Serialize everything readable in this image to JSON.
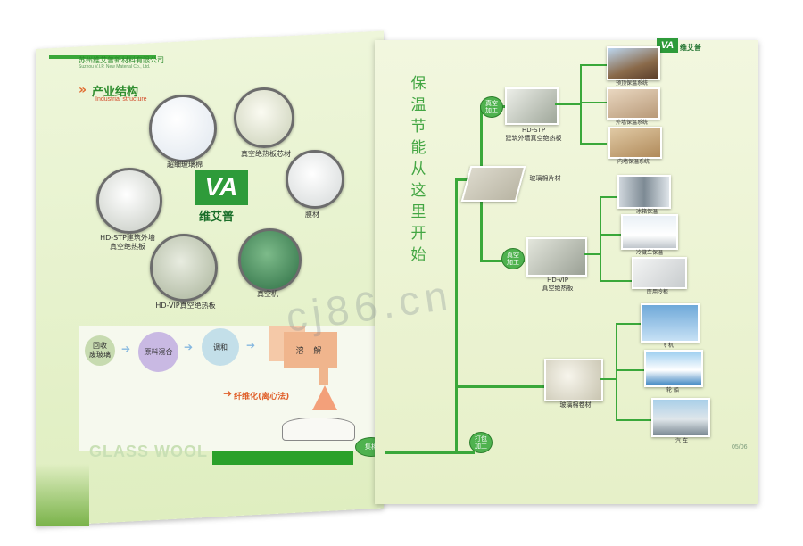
{
  "left_page": {
    "company_cn": "苏州维艾普新材料有限公司",
    "company_en": "Suzhou V.I.P. New Material Co., Ltd.",
    "section_title": "产业结构",
    "section_subtitle": "Industrial structure",
    "products": [
      {
        "caption": "超细玻璃棉"
      },
      {
        "caption": "真空绝热板芯材"
      },
      {
        "caption": "膜材"
      },
      {
        "caption": "真空机"
      },
      {
        "caption": "HD-VIP真空绝热板"
      },
      {
        "caption": "HD-STP建筑外墙\n真空绝热板"
      }
    ],
    "logo_mark": "VA",
    "logo_text": "维艾普",
    "process": {
      "steps": [
        "回收\n废玻璃",
        "原料混合",
        "调和",
        "溶 解"
      ],
      "fiber_label": "纤维化(离心法)",
      "glass_wool_label": "GLASS WOOL",
      "collect_label": "集棉"
    }
  },
  "right_page": {
    "vertical_title": "保温节能从这里开始",
    "logo_mark": "VA",
    "logo_text": "维艾普",
    "tags": {
      "vacuum1": "真空\n加工",
      "vacuum2": "真空\n加工",
      "package": "打包\n加工"
    },
    "mid_items": [
      {
        "label": "HD-STP\n建筑外墙真空绝热板"
      },
      {
        "label": "玻璃棉片材"
      },
      {
        "label": "HD-VIP\n真空绝热板"
      },
      {
        "label": "玻璃棉卷材"
      }
    ],
    "applications": [
      {
        "label": "预顶保温系统"
      },
      {
        "label": "外墙保温系统"
      },
      {
        "label": "内墙保温系统"
      },
      {
        "label": "冰箱保温"
      },
      {
        "label": "冷藏车保温"
      },
      {
        "label": "医用冷柜"
      },
      {
        "label": "飞 机"
      },
      {
        "label": "轮 船"
      },
      {
        "label": "汽 车"
      }
    ],
    "page_number": "05/06"
  },
  "watermark": "cj86.cn",
  "colors": {
    "brand_green": "#2e9b3a",
    "accent_orange": "#e16a2e",
    "page_bg": "#eef4d6"
  }
}
